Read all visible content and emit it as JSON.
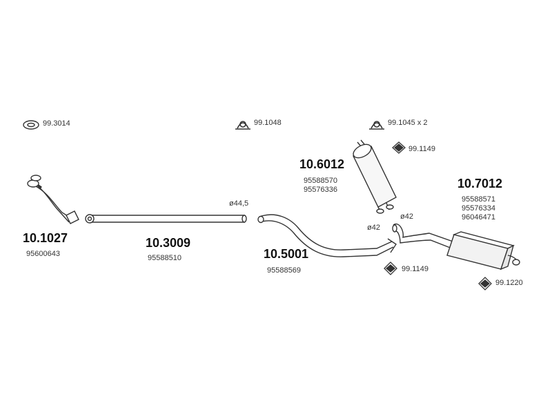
{
  "colors": {
    "line": "#333333",
    "shade": "#e6e6e6",
    "background": "#ffffff"
  },
  "accessories": {
    "gasket": "99.3014",
    "clamp_1": "99.1048",
    "clamp_2": "99.1045 x 2",
    "rubber_upper": "99.1149",
    "rubber_lower": "99.1149",
    "rubber_rear": "99.1220"
  },
  "diameters": {
    "d1": "ø44,5",
    "d2": "ø42",
    "d3": "ø42"
  },
  "parts": {
    "front_pipe": {
      "part_no": "10.1027",
      "oe_numbers": [
        "95600643"
      ]
    },
    "middle_pipe": {
      "part_no": "10.3009",
      "oe_numbers": [
        "95588510"
      ]
    },
    "connecting_pipe": {
      "part_no": "10.5001",
      "oe_numbers": [
        "95588569"
      ]
    },
    "middle_silencer": {
      "part_no": "10.6012",
      "oe_numbers": [
        "95588570",
        "95576336"
      ]
    },
    "rear_silencer": {
      "part_no": "10.7012",
      "oe_numbers": [
        "95588571",
        "95576334",
        "96046471"
      ]
    }
  }
}
